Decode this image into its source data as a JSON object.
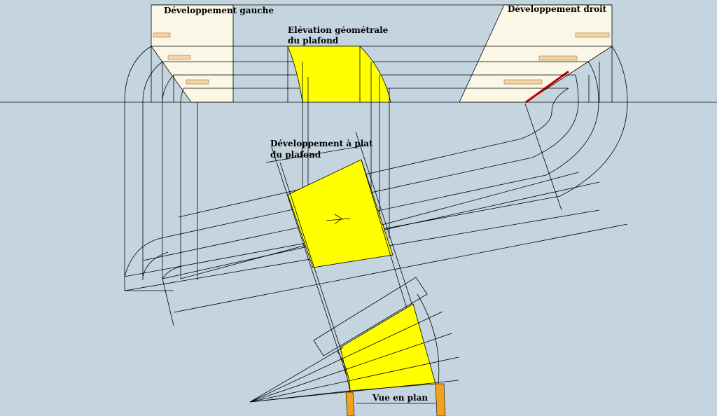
{
  "labels": {
    "left_development": "Développement gauche",
    "right_development": "Développement droit",
    "elevation_line1": "Elévation géométrale",
    "elevation_line2": "du plafond",
    "flat_dev_line1": "Développement à plat",
    "flat_dev_line2": "du plafond",
    "plan_view": "Vue en plan"
  },
  "colors": {
    "background": "#c5d5e0",
    "panel_fill": "#fbf7e6",
    "ceiling_yellow": "#ffff00",
    "step_tab": "#f5d3a3",
    "tab_border": "#b89060",
    "accent_red": "#c00000",
    "wall_orange": "#f2a01f",
    "line": "#000000"
  }
}
